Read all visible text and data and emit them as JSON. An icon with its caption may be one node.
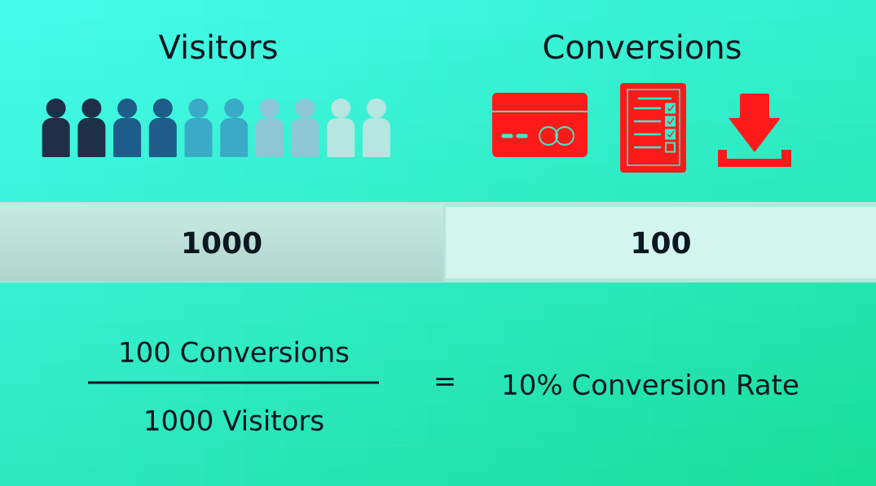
{
  "diagram": {
    "nodes": [
      {
        "text": [
          "1000"
        ]
      },
      {
        "text": [
          "100"
        ]
      }
    ],
    "labels": [
      "Visitors",
      "Conversions",
      "100 Conversions",
      "1000 Visitors",
      "=",
      "10% Conversion Rate"
    ]
  }
}
